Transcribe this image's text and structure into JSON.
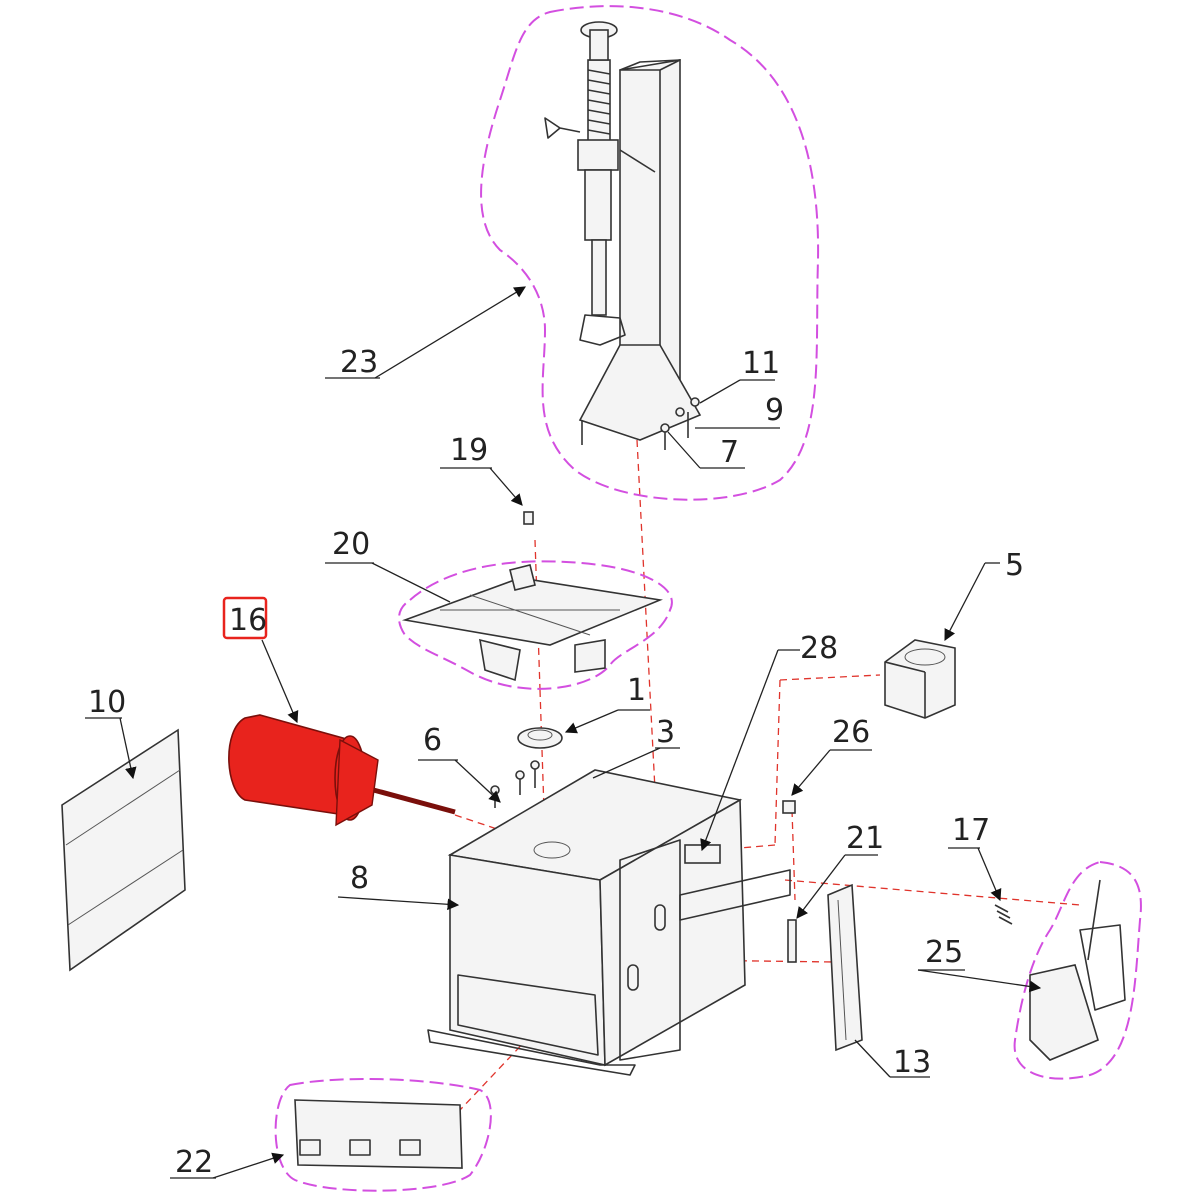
{
  "diagram": {
    "highlight_color": "#e8231d",
    "group_outline_color": "#d34fe0",
    "assembly_line_color": "#e0342c",
    "highlighted_part": "16",
    "callouts": [
      {
        "id": "23",
        "label": "23"
      },
      {
        "id": "11",
        "label": "11"
      },
      {
        "id": "9",
        "label": "9"
      },
      {
        "id": "7",
        "label": "7"
      },
      {
        "id": "19",
        "label": "19"
      },
      {
        "id": "20",
        "label": "20"
      },
      {
        "id": "5",
        "label": "5"
      },
      {
        "id": "16",
        "label": "16"
      },
      {
        "id": "28",
        "label": "28"
      },
      {
        "id": "1",
        "label": "1"
      },
      {
        "id": "10",
        "label": "10"
      },
      {
        "id": "3",
        "label": "3"
      },
      {
        "id": "6",
        "label": "6"
      },
      {
        "id": "26",
        "label": "26"
      },
      {
        "id": "21",
        "label": "21"
      },
      {
        "id": "17",
        "label": "17"
      },
      {
        "id": "8",
        "label": "8"
      },
      {
        "id": "25",
        "label": "25"
      },
      {
        "id": "13",
        "label": "13"
      },
      {
        "id": "22",
        "label": "22"
      }
    ]
  }
}
